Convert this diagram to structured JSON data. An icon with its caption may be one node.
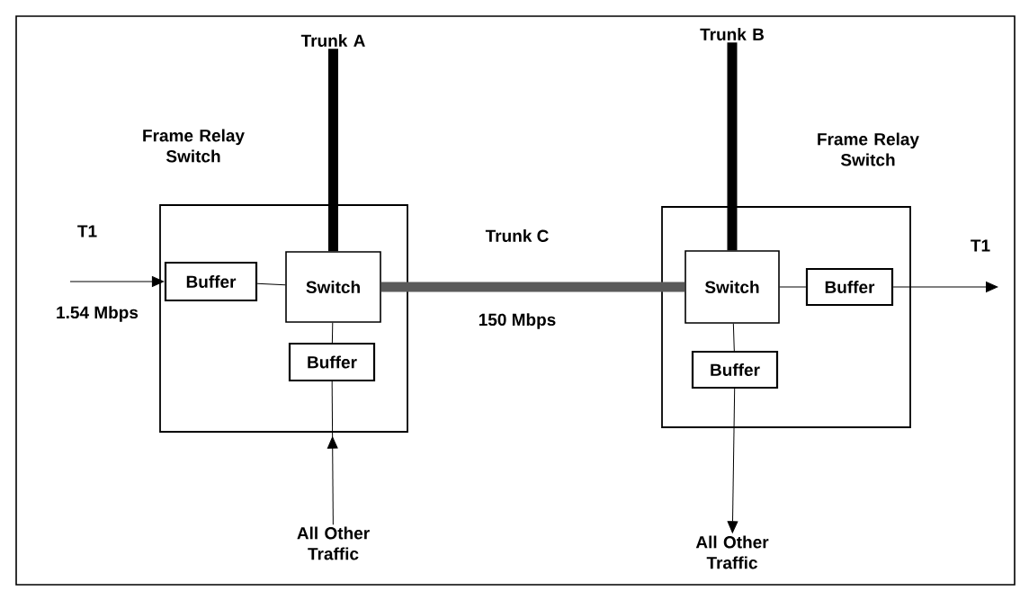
{
  "diagram": {
    "nodes": [
      {
        "text": [
          "Frame Relay Switch"
        ]
      },
      {
        "text": [
          "Buffer"
        ],
        "in": 0
      },
      {
        "text": [
          "Switch"
        ],
        "in": 0
      },
      {
        "text": [
          "Buffer"
        ],
        "in": 0
      },
      {
        "text": [
          "Frame Relay Switch"
        ]
      },
      {
        "text": [
          "Switch"
        ],
        "in": 4
      },
      {
        "text": [
          "Buffer"
        ],
        "in": 4
      },
      {
        "text": [
          "Buffer"
        ],
        "in": 4
      },
      {
        "text": [
          "Trunk A"
        ]
      },
      {
        "text": [
          "Trunk B"
        ]
      },
      {
        "text": [
          "All Other Traffic"
        ]
      },
      {
        "text": [
          "All Other Traffic"
        ]
      }
    ],
    "edges": [
      {
        "from": null,
        "to": 1,
        "arrow": "to"
      },
      {
        "from": 1,
        "to": 2,
        "arrow": "none"
      },
      {
        "from": 8,
        "to": 2,
        "arrow": "none",
        "style": "thick"
      },
      {
        "from": 2,
        "to": 5,
        "arrow": "none",
        "style": "thick",
        "color": "#5a5a5a"
      },
      {
        "from": 9,
        "to": 5,
        "arrow": "none",
        "style": "thick"
      },
      {
        "from": 5,
        "to": 6,
        "arrow": "none"
      },
      {
        "from": 6,
        "to": null,
        "arrow": "to"
      },
      {
        "from": 10,
        "to": 3,
        "arrow": "to"
      },
      {
        "from": 3,
        "to": 2,
        "arrow": "none"
      },
      {
        "from": 5,
        "to": 7,
        "arrow": "none"
      },
      {
        "from": 7,
        "to": 11,
        "arrow": "to"
      }
    ],
    "labels": [
      "T1",
      "1.54 Mbps",
      "Trunk C",
      "150 Mbps",
      "T1"
    ]
  }
}
